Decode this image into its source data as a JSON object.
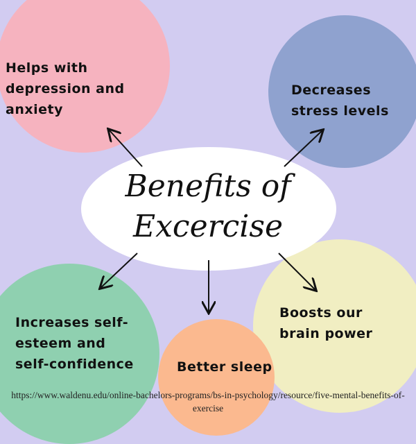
{
  "title_line1": "Benefits of",
  "title_line2": "Excercise",
  "benefits": [
    {
      "text": "Helps with depression and anxiety",
      "color": "#f6b3bf"
    },
    {
      "text": "Decreases stress levels",
      "color": "#8fa2cf"
    },
    {
      "text": "Increases self-esteem and self-confidence",
      "color": "#8fd0b0"
    },
    {
      "text": "Better sleep",
      "color": "#fbb98f"
    },
    {
      "text": "Boosts our brain power",
      "color": "#f1eec2"
    }
  ],
  "source": "https://www.waldenu.edu/online-bachelors-programs/bs-in-psychology/resource/five-mental-benefits-of-exercise"
}
